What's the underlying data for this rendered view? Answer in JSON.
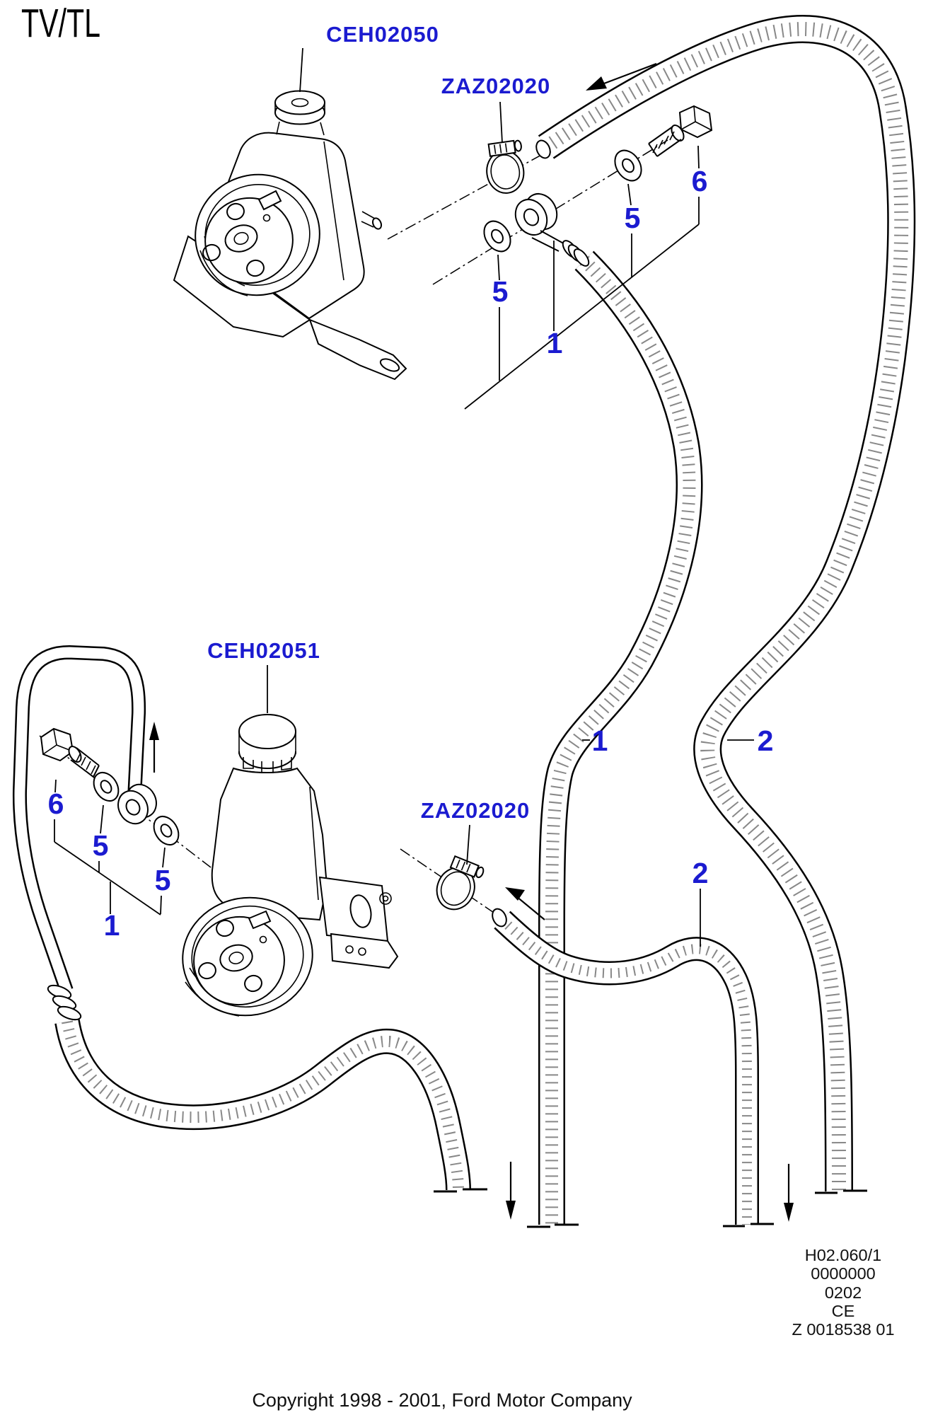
{
  "diagram": {
    "system_code": "TV/TL",
    "copyright": "Copyright 1998 - 2001, Ford Motor Company",
    "stamp_lines": [
      "H02.060/1",
      "0000000",
      "0202",
      "CE",
      "Z 0018538 01"
    ],
    "labels": {
      "upper_pump_code": "CEH02050",
      "upper_clamp_code": "ZAZ02020",
      "lower_pump_code": "CEH02051",
      "lower_clamp_code": "ZAZ02020"
    },
    "callouts": {
      "washer": "5",
      "hose_assembly": "1",
      "bolt": "6",
      "return_hose": "2"
    },
    "colors": {
      "label_blue": "#1b1bd0",
      "ink": "#000000",
      "background": "#ffffff"
    }
  }
}
